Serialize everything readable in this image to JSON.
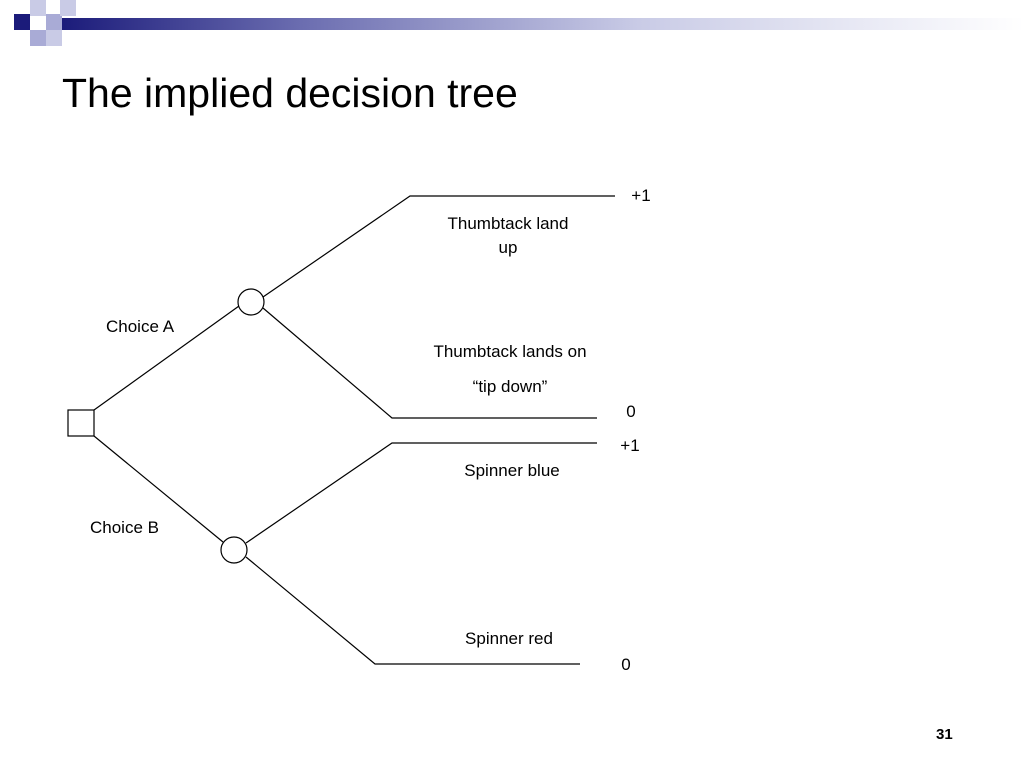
{
  "slide": {
    "title": "The implied decision tree",
    "page_number": "31"
  },
  "tree": {
    "decision_node": {
      "symbol": "square"
    },
    "choices": [
      {
        "label": "Choice A",
        "chance_node": {
          "symbol": "circle"
        },
        "outcomes": [
          {
            "label_lines": [
              "Thumbtack land",
              "up"
            ],
            "payoff": "+1"
          },
          {
            "label_lines": [
              "Thumbtack lands on",
              "“tip down”"
            ],
            "payoff": "0"
          }
        ]
      },
      {
        "label": "Choice B",
        "chance_node": {
          "symbol": "circle"
        },
        "outcomes": [
          {
            "label_lines": [
              "Spinner blue"
            ],
            "payoff": "+1"
          },
          {
            "label_lines": [
              "Spinner red"
            ],
            "payoff": "0"
          }
        ]
      }
    ]
  },
  "colors": {
    "header_dark": "#1b1b7a",
    "header_light": "#a9abd6",
    "header_pale": "#c9cbe6",
    "line": "#000000"
  }
}
